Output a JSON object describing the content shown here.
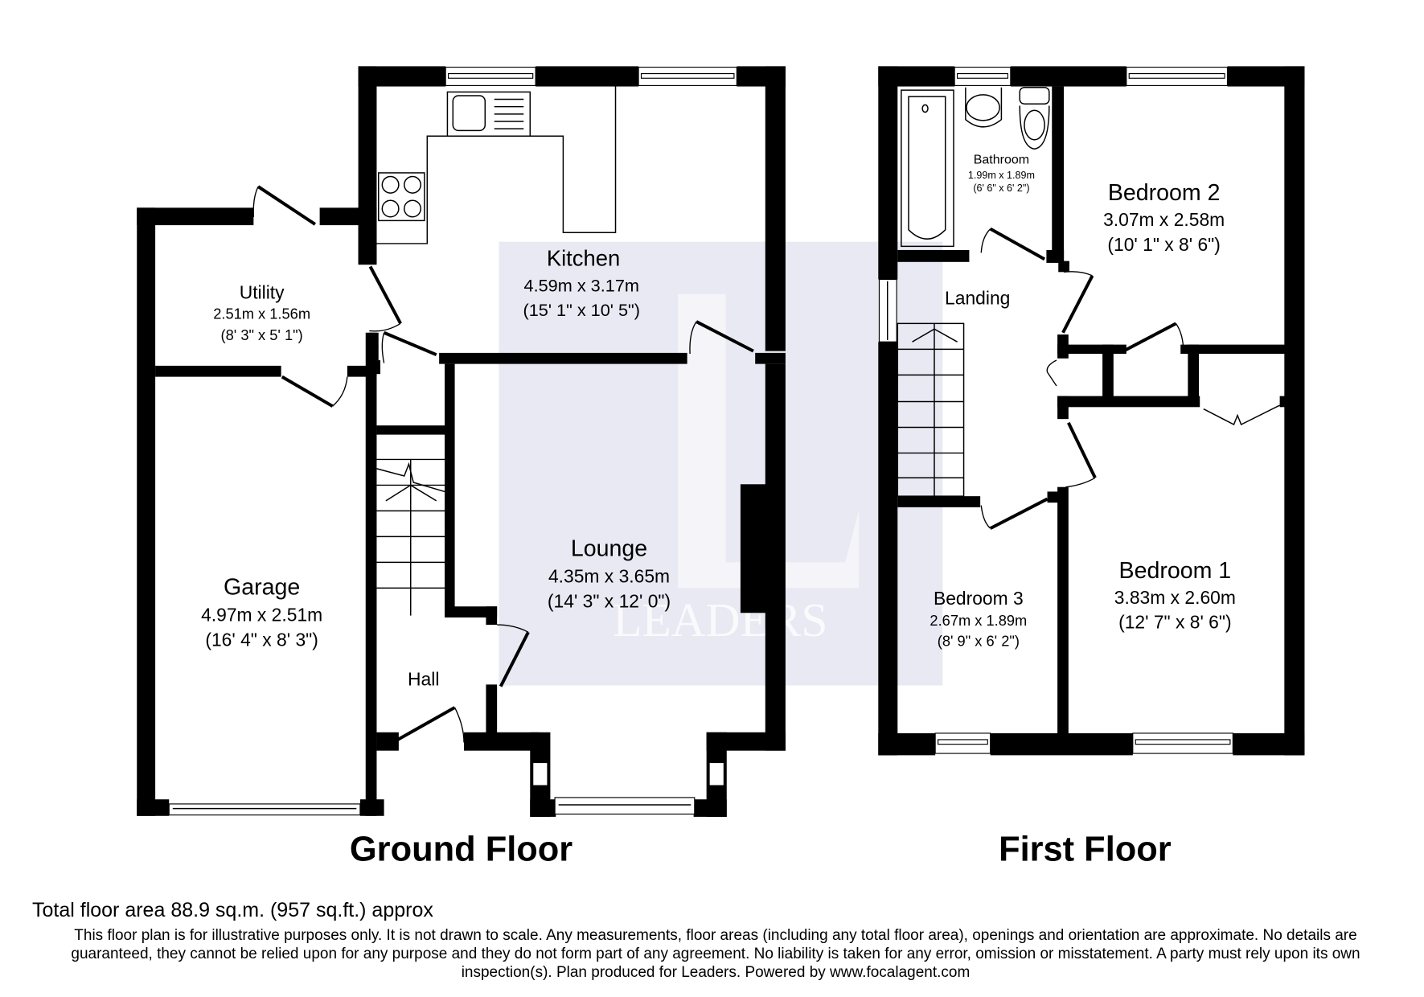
{
  "watermark": {
    "brand": "LEADERS",
    "color": "#2a3585"
  },
  "ground_floor": {
    "title": "Ground Floor",
    "rooms": {
      "kitchen": {
        "name": "Kitchen",
        "metric": "4.59m x 3.17m",
        "imperial": "(15' 1\" x 10' 5\")"
      },
      "utility": {
        "name": "Utility",
        "metric": "2.51m x 1.56m",
        "imperial": "(8' 3\" x 5' 1\")"
      },
      "lounge": {
        "name": "Lounge",
        "metric": "4.35m x 3.65m",
        "imperial": "(14' 3\" x 12' 0\")"
      },
      "garage": {
        "name": "Garage",
        "metric": "4.97m x 2.51m",
        "imperial": "(16' 4\" x 8' 3\")"
      },
      "hall": {
        "name": "Hall"
      }
    }
  },
  "first_floor": {
    "title": "First Floor",
    "rooms": {
      "bathroom": {
        "name": "Bathroom",
        "metric": "1.99m x 1.89m",
        "imperial": "(6' 6\" x 6' 2\")"
      },
      "bedroom2": {
        "name": "Bedroom 2",
        "metric": "3.07m x 2.58m",
        "imperial": "(10' 1\" x 8' 6\")"
      },
      "landing": {
        "name": "Landing"
      },
      "bedroom3": {
        "name": "Bedroom 3",
        "metric": "2.67m x 1.89m",
        "imperial": "(8' 9\" x 6' 2\")"
      },
      "bedroom1": {
        "name": "Bedroom 1",
        "metric": "3.83m x 2.60m",
        "imperial": "(12' 7\" x 8' 6\")"
      }
    }
  },
  "footer": {
    "total_area": "Total floor area 88.9 sq.m. (957 sq.ft.) approx",
    "disclaimer": "This floor plan is for illustrative purposes only. It is not drawn to scale. Any measurements, floor areas (including any total floor area), openings and orientation are approximate. No details are guaranteed, they cannot be relied upon for any purpose and they do not form part of any agreement. No liability is taken for any error, omission or misstatement. A party must rely upon its own inspection(s). Plan produced for Leaders. Powered by www.focalagent.com"
  }
}
